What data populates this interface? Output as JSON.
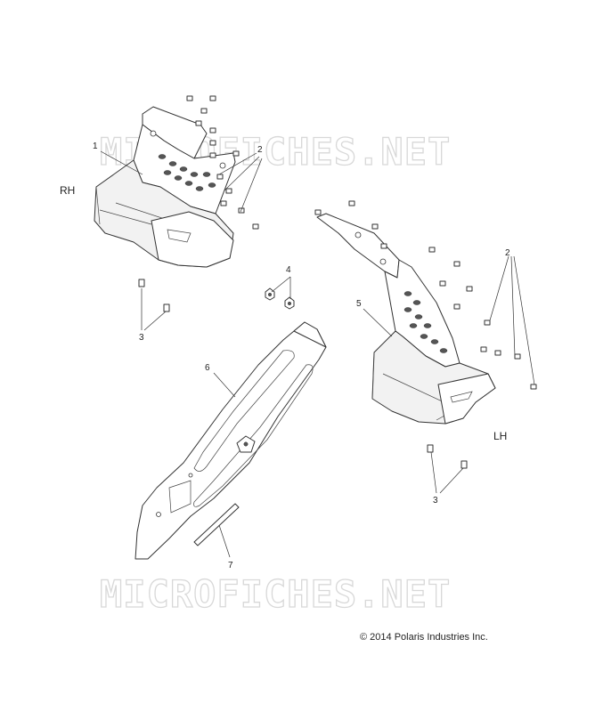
{
  "watermark": {
    "top_text": "MICROFICHES.NET",
    "bottom_text": "MICROFICHES.NET"
  },
  "side_labels": {
    "right": "RH",
    "left": "LH"
  },
  "callouts": [
    {
      "id": "rh-panel",
      "number": "1"
    },
    {
      "id": "rh-bolts",
      "number": "2"
    },
    {
      "id": "lh-bolts",
      "number": "2"
    },
    {
      "id": "rh-rivets",
      "number": "3"
    },
    {
      "id": "lh-rivets",
      "number": "3"
    },
    {
      "id": "nuts",
      "number": "4"
    },
    {
      "id": "lh-panel",
      "number": "5"
    },
    {
      "id": "rail",
      "number": "6"
    },
    {
      "id": "rod",
      "number": "7"
    }
  ],
  "copyright": "© 2014 Polaris Industries Inc."
}
